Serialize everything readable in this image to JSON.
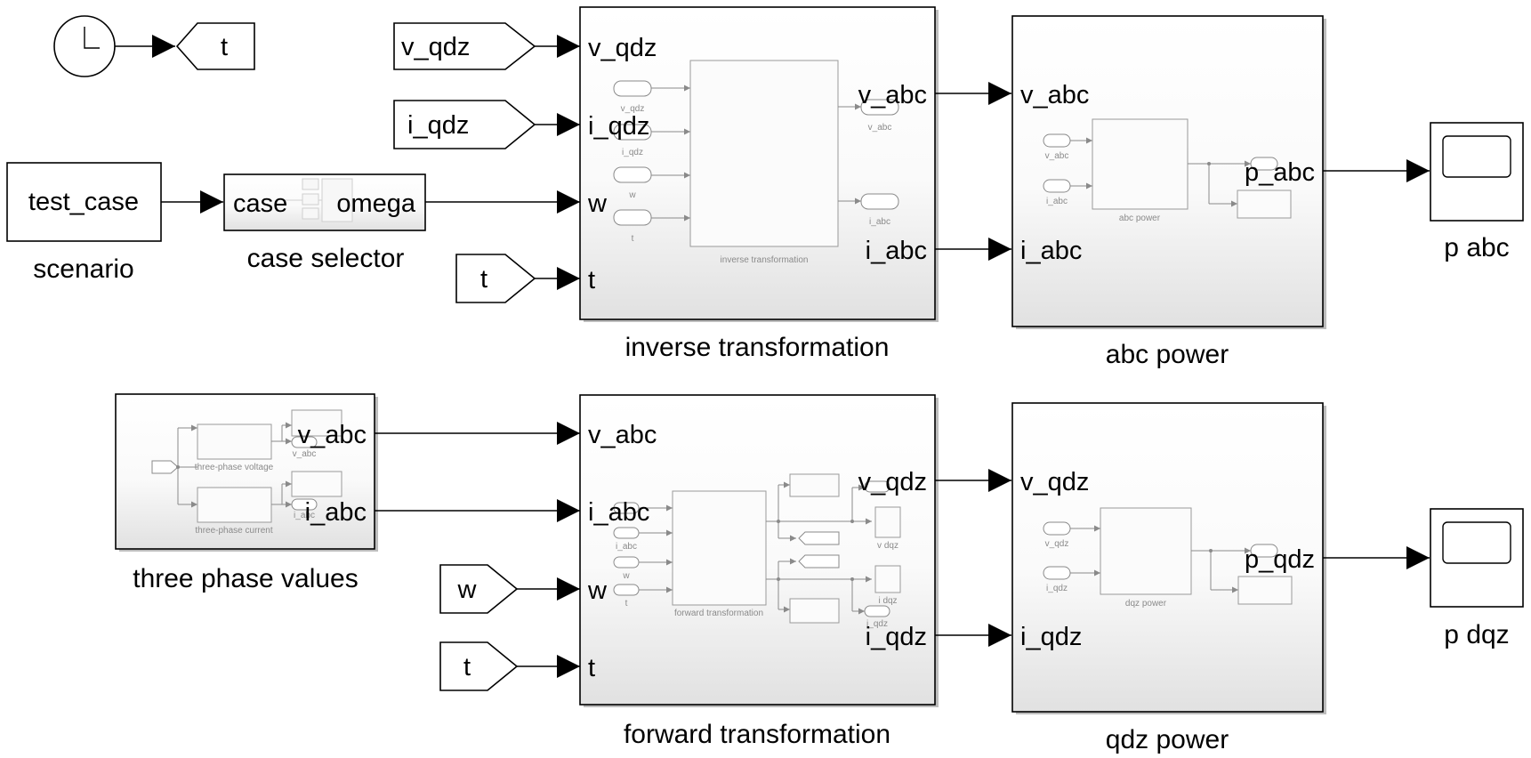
{
  "clock": {
    "goto_tag": "t"
  },
  "scenario": {
    "value": "test_case",
    "caption": "scenario"
  },
  "case_selector": {
    "in_port": "case",
    "out_port": "omega",
    "caption": "case selector"
  },
  "from_tags": {
    "v_qdz": "v_qdz",
    "i_qdz": "i_qdz",
    "t_upper": "t",
    "w": "w",
    "t_lower": "t"
  },
  "inverse_transformation": {
    "caption": "inverse transformation",
    "inputs": [
      "v_qdz",
      "i_qdz",
      "w",
      "t"
    ],
    "outputs": [
      "v_abc",
      "i_abc"
    ],
    "inner": {
      "block_label": "inverse transformation",
      "in_labels": [
        "v_qdz",
        "i_qdz",
        "w",
        "t"
      ],
      "out_labels": [
        "v_abc",
        "i_abc"
      ]
    }
  },
  "abc_power": {
    "caption": "abc power",
    "inputs": [
      "v_abc",
      "i_abc"
    ],
    "output": "p_abc",
    "inner": {
      "block_label": "abc power",
      "in_labels": [
        "v_abc",
        "i_abc"
      ],
      "out_label": "p_abc"
    }
  },
  "scope_abc": {
    "caption": "p abc"
  },
  "three_phase_values": {
    "caption": "three phase values",
    "outputs": [
      "v_abc",
      "i_abc"
    ],
    "inner": {
      "voltage_label": "three-phase voltage",
      "current_label": "three-phase current",
      "out_labels": [
        "v_abc",
        "i_abc"
      ]
    }
  },
  "forward_transformation": {
    "caption": "forward transformation",
    "inputs": [
      "v_abc",
      "i_abc",
      "w",
      "t"
    ],
    "outputs": [
      "v_qdz",
      "i_qdz"
    ],
    "inner": {
      "block_label": "forward transformation",
      "in_labels": [
        "v_abc",
        "i_abc",
        "w",
        "t"
      ],
      "out_labels": [
        "v_qdz",
        "i_qdz"
      ],
      "scope_labels": [
        "v dqz",
        "i dqz"
      ]
    }
  },
  "qdz_power": {
    "caption": "qdz power",
    "inputs": [
      "v_qdz",
      "i_qdz"
    ],
    "output": "p_qdz",
    "inner": {
      "block_label": "dqz power",
      "in_labels": [
        "v_qdz",
        "i_qdz"
      ],
      "out_label": "p_qdz"
    }
  },
  "scope_dqz": {
    "caption": "p dqz"
  }
}
